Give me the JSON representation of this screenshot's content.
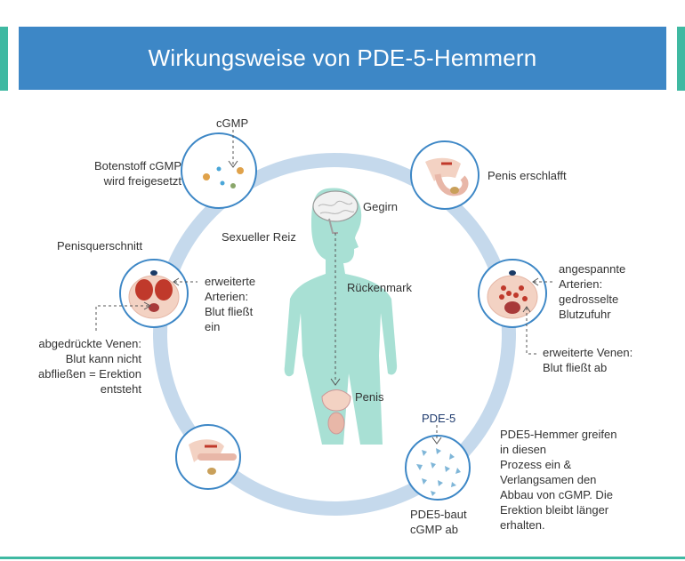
{
  "title": "Wirkungsweise von PDE-5-Hemmern",
  "labels": {
    "cgmp": "cGMP",
    "messenger_line1": "Botenstoff cGMP",
    "messenger_line2": "wird freigesetzt",
    "cross_section": "Penisquerschnitt",
    "dilated_arteries_line1": "erweiterte",
    "dilated_arteries_line2": "Arterien:",
    "dilated_arteries_line3": "Blut fließt",
    "dilated_arteries_line4": "ein",
    "compressed_veins_line1": "abgedrückte Venen:",
    "compressed_veins_line2": "Blut kann nicht",
    "compressed_veins_line3": "abfließen = Erektion",
    "compressed_veins_line4": "entsteht",
    "sexual_stimulus": "Sexueller Reiz",
    "brain": "Gegirn",
    "spinal_cord": "Rückenmark",
    "penis": "Penis",
    "flaccid": "Penis erschlafft",
    "tense_arteries_line1": "angespannte",
    "tense_arteries_line2": "Arterien:",
    "tense_arteries_line3": "gedrosselte",
    "tense_arteries_line4": "Blutzufuhr",
    "dilated_veins_line1": "erweiterte Venen:",
    "dilated_veins_line2": "Blut fließt ab",
    "pde5": "PDE-5",
    "pde5_breaks_line1": "PDE5-baut",
    "pde5_breaks_line2": "cGMP ab",
    "inhibitor_line1": "PDE5-Hemmer greifen",
    "inhibitor_line2": "in diesen",
    "inhibitor_line3": "Prozess ein &",
    "inhibitor_line4": "Verlangsamen den",
    "inhibitor_line5": "Abbau von cGMP. Die",
    "inhibitor_line6": "Erektion bleibt länger",
    "inhibitor_line7": "erhalten."
  },
  "colors": {
    "title_bar": "#3d87c6",
    "accent": "#3fb9a2",
    "ring": "#c5d9ec",
    "circle_border": "#3d87c6",
    "body": "#a8e0d4",
    "tissue": "#f3d2c3",
    "blood": "#c0392b",
    "molecule": "#7fb6d8"
  },
  "icons": [
    "cgmp-molecules-icon",
    "erect-penis-icon",
    "cross-section-erect-icon",
    "flaccid-penis-icon",
    "cross-section-flaccid-icon",
    "pde5-enzyme-icon",
    "brain-icon",
    "pelvis-icon"
  ]
}
